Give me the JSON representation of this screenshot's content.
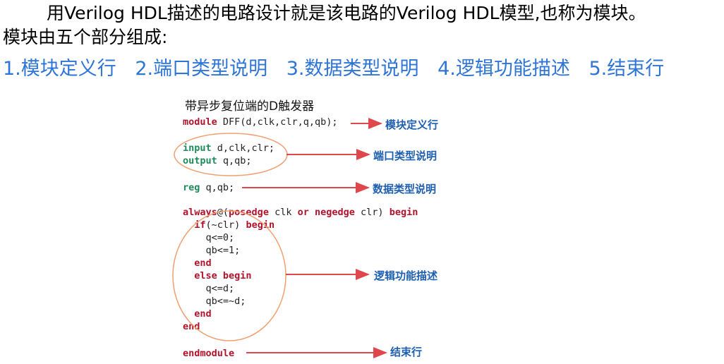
{
  "intro": {
    "line1": "用Verilog HDL描述的电路设计就是该电路的Verilog HDL模型,也称为模块。",
    "line2": "模块由五个部分组成:"
  },
  "parts": [
    "1.模块定义行",
    "2.端口类型说明",
    "3.数据类型说明",
    "4.逻辑功能描述",
    "5.结束行"
  ],
  "figure": {
    "title": "带异步复位端的D触发器",
    "code": {
      "module_kw": "module",
      "module_rest": " DFF(d,clk,clr,q,qb);",
      "input_kw": "input",
      "input_rest": " d,clk,clr;",
      "output_kw": "output",
      "output_rest": " q,qb;",
      "reg_kw": "reg",
      "reg_rest": " q,qb;",
      "always_kw": "always",
      "always_at": "@(",
      "posedge_kw": "posedge",
      "clk_txt": " clk ",
      "or_kw": "or",
      "space1": " ",
      "negedge_kw": "negedge",
      "clr_txt": " clr) ",
      "begin_kw": "begin",
      "if_kw": "if",
      "if_rest": "(~clr) ",
      "q0": "q<=0;",
      "qb1": "qb<=1;",
      "end_kw": "end",
      "else_kw": "else begin",
      "qd": "q<=d;",
      "qbnd": "qb<=~d;",
      "endmodule_kw": "endmodule"
    },
    "labels": {
      "module_line": "模块定义行",
      "port_decl": "端口类型说明",
      "data_decl": "数据类型说明",
      "logic_desc": "逻辑功能描述",
      "end_line": "结束行"
    }
  }
}
